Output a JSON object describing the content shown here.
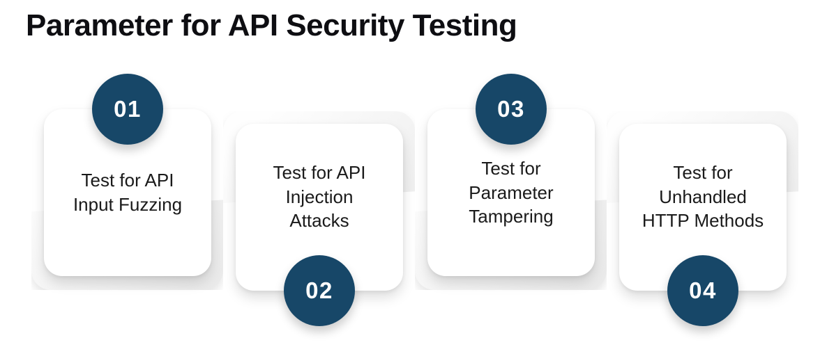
{
  "title": "Parameter for API Security Testing",
  "colors": {
    "badge": "#174768",
    "badge_text": "#ffffff",
    "title_text": "#0e0e12",
    "card_bg": "#ffffff",
    "backplate_gray": "#ececec"
  },
  "steps": [
    {
      "number": "01",
      "label": "Test for API\nInput Fuzzing",
      "circle_position": "top"
    },
    {
      "number": "02",
      "label": "Test for API\nInjection\nAttacks",
      "circle_position": "bottom"
    },
    {
      "number": "03",
      "label": "Test for\nParameter\nTampering",
      "circle_position": "top"
    },
    {
      "number": "04",
      "label": "Test for\nUnhandled\nHTTP Methods",
      "circle_position": "bottom"
    }
  ]
}
